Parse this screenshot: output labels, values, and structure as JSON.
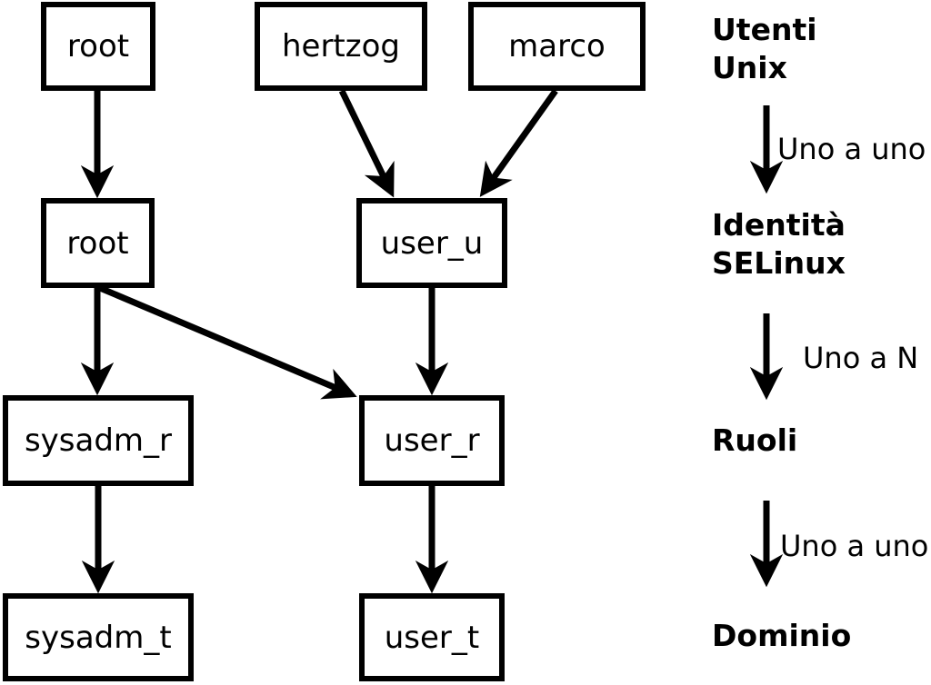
{
  "colors": {
    "foreground": "#000000",
    "background": "#ffffff"
  },
  "nodes": {
    "unix_root": "root",
    "unix_hertzog": "hertzog",
    "unix_marco": "marco",
    "selinux_root": "root",
    "selinux_user_u": "user_u",
    "role_sysadm_r": "sysadm_r",
    "role_user_r": "user_r",
    "domain_sysadm_t": "sysadm_t",
    "domain_user_t": "user_t"
  },
  "legend": {
    "stage_unix_users": "Utenti\nUnix",
    "rel_unix_to_identity": "Uno a uno",
    "stage_selinux_identity": "Identità\nSELinux",
    "rel_identity_to_roles": "Uno a N",
    "stage_roles": "Ruoli",
    "rel_roles_to_domain": "Uno a uno",
    "stage_domain": "Dominio"
  }
}
